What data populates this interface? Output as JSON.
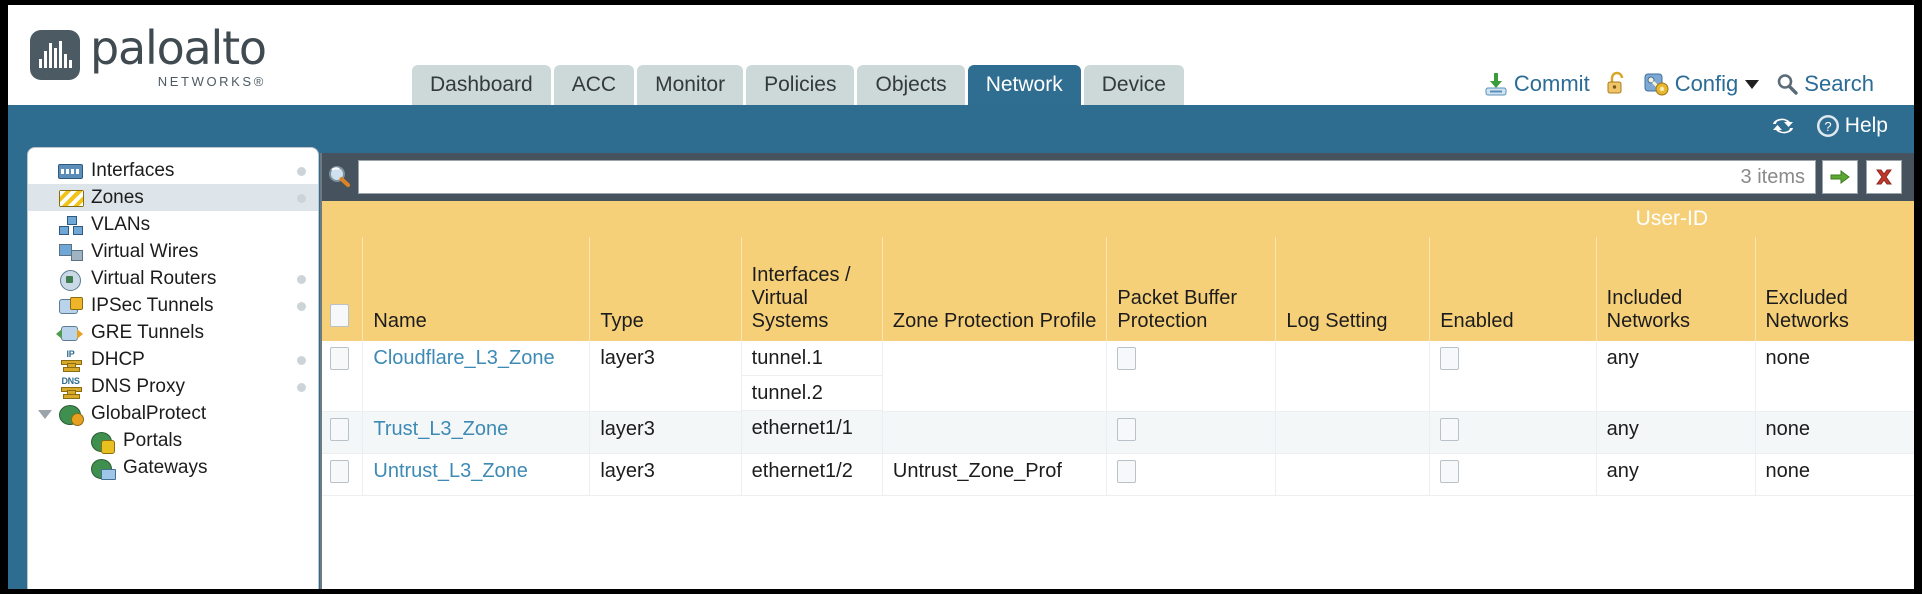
{
  "brand": {
    "name": "paloalto",
    "sub": "NETWORKS®"
  },
  "nav": {
    "tabs": [
      {
        "label": "Dashboard",
        "active": false
      },
      {
        "label": "ACC",
        "active": false
      },
      {
        "label": "Monitor",
        "active": false
      },
      {
        "label": "Policies",
        "active": false
      },
      {
        "label": "Objects",
        "active": false
      },
      {
        "label": "Network",
        "active": true
      },
      {
        "label": "Device",
        "active": false
      }
    ]
  },
  "header_actions": {
    "commit": "Commit",
    "config": "Config",
    "search": "Search",
    "lock_icon": "unlock-padlock-icon",
    "caret_icon": "chevron-down-icon"
  },
  "band": {
    "refresh_icon": "refresh-icon",
    "help": "Help"
  },
  "sidebar": {
    "items": [
      {
        "label": "Interfaces",
        "icon": "interfaces-icon",
        "selected": false,
        "child": false,
        "dot": true,
        "arrow": false
      },
      {
        "label": "Zones",
        "icon": "zones-icon",
        "selected": true,
        "child": false,
        "dot": true,
        "arrow": false
      },
      {
        "label": "VLANs",
        "icon": "vlans-icon",
        "selected": false,
        "child": false,
        "dot": false,
        "arrow": false
      },
      {
        "label": "Virtual Wires",
        "icon": "virtual-wires-icon",
        "selected": false,
        "child": false,
        "dot": false,
        "arrow": false
      },
      {
        "label": "Virtual Routers",
        "icon": "virtual-routers-icon",
        "selected": false,
        "child": false,
        "dot": true,
        "arrow": false
      },
      {
        "label": "IPSec Tunnels",
        "icon": "ipsec-tunnels-icon",
        "selected": false,
        "child": false,
        "dot": true,
        "arrow": false
      },
      {
        "label": "GRE Tunnels",
        "icon": "gre-tunnels-icon",
        "selected": false,
        "child": false,
        "dot": false,
        "arrow": false
      },
      {
        "label": "DHCP",
        "icon": "dhcp-icon",
        "selected": false,
        "child": false,
        "dot": true,
        "arrow": false
      },
      {
        "label": "DNS Proxy",
        "icon": "dns-proxy-icon",
        "selected": false,
        "child": false,
        "dot": true,
        "arrow": false
      },
      {
        "label": "GlobalProtect",
        "icon": "globalprotect-icon",
        "selected": false,
        "child": false,
        "dot": false,
        "arrow": true
      },
      {
        "label": "Portals",
        "icon": "portals-icon",
        "selected": false,
        "child": true,
        "dot": false,
        "arrow": false
      },
      {
        "label": "Gateways",
        "icon": "gateways-icon",
        "selected": false,
        "child": true,
        "dot": false,
        "arrow": false
      }
    ]
  },
  "search": {
    "value": "",
    "placeholder": "",
    "count": "3 items",
    "icon": "search-icon",
    "apply_icon": "green-arrow-icon",
    "clear_icon": "red-x-icon"
  },
  "table": {
    "group_header": {
      "label": "User-ID",
      "span": 3,
      "color": "#dcab32"
    },
    "header_color": "#f6d079",
    "columns": [
      "Name",
      "Type",
      "Interfaces / Virtual Systems",
      "Zone Protection Profile",
      "Packet Buffer Protection",
      "Log Setting",
      "Enabled",
      "Included Networks",
      "Excluded Networks"
    ],
    "rows": [
      {
        "name": "Cloudflare_L3_Zone",
        "type": "layer3",
        "interfaces": [
          "tunnel.1",
          "tunnel.2"
        ],
        "zone_protection_profile": "",
        "packet_buffer_protection": false,
        "log_setting": "",
        "enabled": false,
        "included_networks": "any",
        "excluded_networks": "none"
      },
      {
        "name": "Trust_L3_Zone",
        "type": "layer3",
        "interfaces": [
          "ethernet1/1"
        ],
        "zone_protection_profile": "",
        "packet_buffer_protection": false,
        "log_setting": "",
        "enabled": false,
        "included_networks": "any",
        "excluded_networks": "none"
      },
      {
        "name": "Untrust_L3_Zone",
        "type": "layer3",
        "interfaces": [
          "ethernet1/2"
        ],
        "zone_protection_profile": "Untrust_Zone_Prof",
        "packet_buffer_protection": false,
        "log_setting": "",
        "enabled": false,
        "included_networks": "any",
        "excluded_networks": "none"
      }
    ]
  }
}
